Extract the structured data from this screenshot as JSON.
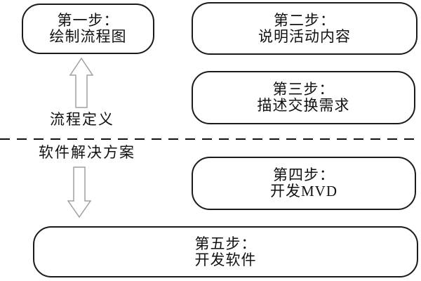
{
  "steps": [
    {
      "name": "step1",
      "line1": "第一步：",
      "line2": "绘制流程图"
    },
    {
      "name": "step2",
      "line1": "第二步：",
      "line2": "说明活动内容"
    },
    {
      "name": "step3",
      "line1": "第三步：",
      "line2": "描述交换需求"
    },
    {
      "name": "step4",
      "line1": "第四步：",
      "line2": "开发MVD"
    },
    {
      "name": "step5",
      "line1": "第五步：",
      "line2": "开发软件"
    }
  ],
  "labels": {
    "process_definition": "流程定义",
    "software_solution": "软件解决方案"
  },
  "icons": {
    "up_arrow": "up-arrow-icon",
    "down_arrow": "down-arrow-icon"
  },
  "colors": {
    "background": "#ffffff",
    "box_border": "#1a1a1a",
    "text": "#111111",
    "divider": "#111111",
    "arrow_outline": "#a0a0a0",
    "arrow_fill": "#ffffff"
  }
}
